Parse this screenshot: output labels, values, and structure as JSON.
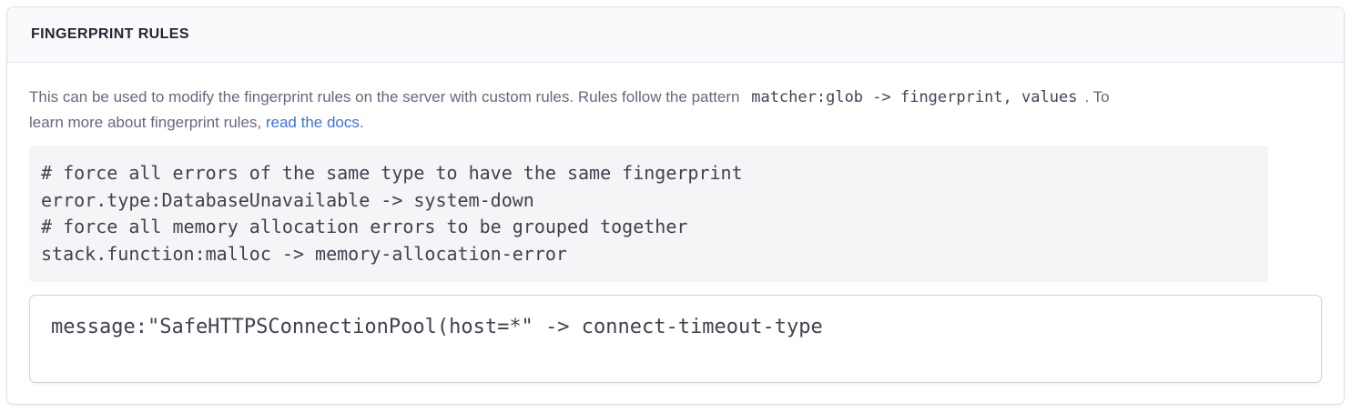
{
  "panel": {
    "title": "FINGERPRINT RULES",
    "description": {
      "text_before": "This can be used to modify the fingerprint rules on the server with custom rules. Rules follow the pattern ",
      "pattern_code": "matcher:glob -> fingerprint, values",
      "text_after_code": ". To\nlearn more about fingerprint rules, ",
      "link_label": "read the docs."
    },
    "example_code": "# force all errors of the same type to have the same fingerprint\nerror.type:DatabaseUnavailable -> system-down\n# force all memory allocation errors to be grouped together\nstack.function:malloc -> memory-allocation-error",
    "rules_input": {
      "value": "message:\"SafeHTTPSConnectionPool(host=*\" -> connect-timeout-type"
    }
  },
  "colors": {
    "link_accent": "#3c74dd",
    "title_text": "#2b2233",
    "body_text": "#71637e",
    "code_text": "#453e4f",
    "code_block_bg": "#f5f5f7",
    "panel_border": "#e0dce5",
    "header_bg": "#faf9fb",
    "input_border": "#d6d0dd"
  }
}
